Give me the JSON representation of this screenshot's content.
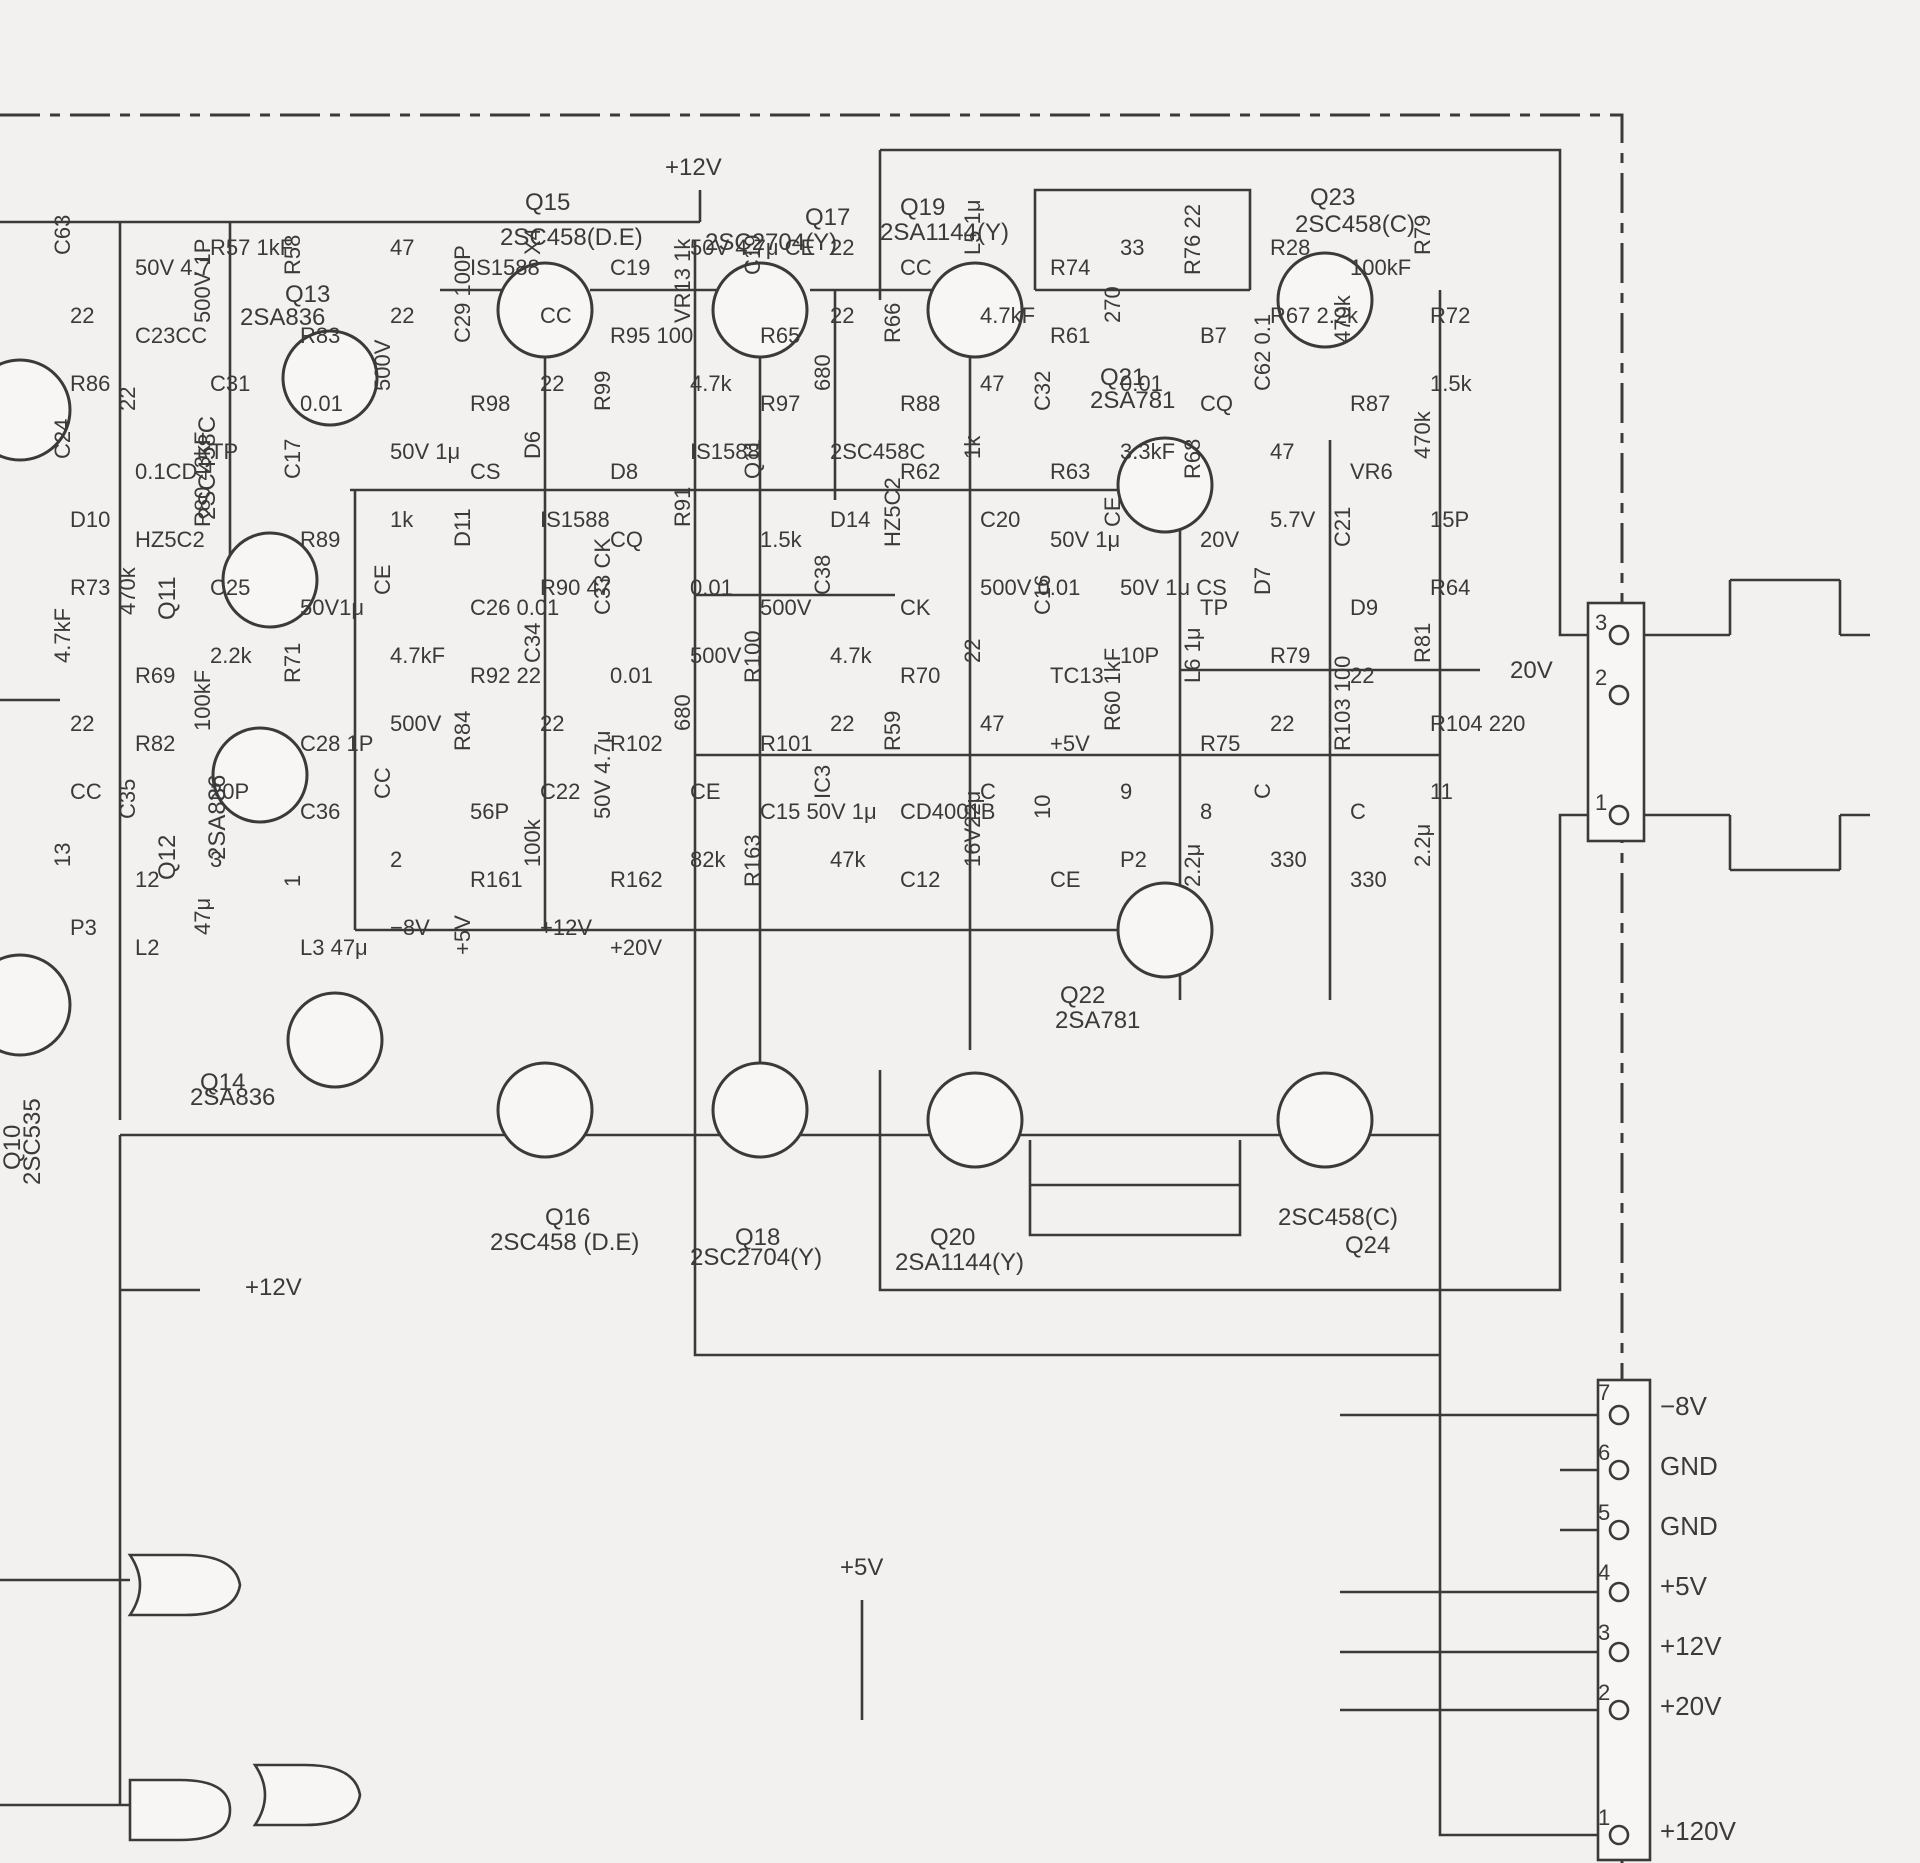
{
  "diagram": {
    "colors": {
      "ink": "#3a3a3a",
      "paper": "#f3f1ef"
    },
    "rails": {
      "plus12_top": "+12V",
      "plus12_bottom": "+12V",
      "plus5_bottom": "+5V",
      "out_20": "20V"
    },
    "transistors": [
      {
        "ref": "Q15",
        "part": "2SC458(D.E)"
      },
      {
        "ref": "Q17",
        "part": "2SC2704(Y)"
      },
      {
        "ref": "Q19",
        "part": "2SA1144(Y)"
      },
      {
        "ref": "Q23",
        "part": "2SC458(C)"
      },
      {
        "ref": "Q13",
        "part": "2SA836"
      },
      {
        "ref": "Q21",
        "part": "2SA781"
      },
      {
        "ref": "Q11",
        "part": "2SC458C"
      },
      {
        "ref": "Q12",
        "part": "2SA836"
      },
      {
        "ref": "Q14",
        "part": "2SA836"
      },
      {
        "ref": "Q10",
        "part": "2SC535"
      },
      {
        "ref": "Q22",
        "part": "2SA781"
      },
      {
        "ref": "Q16",
        "part": "2SC458 (D.E)"
      },
      {
        "ref": "Q18",
        "part": "2SC2704(Y)"
      },
      {
        "ref": "Q20",
        "part": "2SA1144(Y)"
      },
      {
        "ref": "Q24",
        "part": "2SC458(C)"
      }
    ],
    "labels": [
      {
        "t": "C63"
      },
      {
        "t": "50V 4.7"
      },
      {
        "t": "R57 1kF"
      },
      {
        "t": "R58"
      },
      {
        "t": "47"
      },
      {
        "t": "IS1588"
      },
      {
        "t": "X4"
      },
      {
        "t": "C19"
      },
      {
        "t": "50V 4.7μ CE"
      },
      {
        "t": "C19"
      },
      {
        "t": "22"
      },
      {
        "t": "CC"
      },
      {
        "t": "L5 1μ"
      },
      {
        "t": "R74"
      },
      {
        "t": "33"
      },
      {
        "t": "R76 22"
      },
      {
        "t": "R28"
      },
      {
        "t": "100kF"
      },
      {
        "t": "R79"
      },
      {
        "t": "22"
      },
      {
        "t": "C23CC"
      },
      {
        "t": "500V 1P"
      },
      {
        "t": "R83"
      },
      {
        "t": "22"
      },
      {
        "t": "C29  100P"
      },
      {
        "t": "CC"
      },
      {
        "t": "R95 100"
      },
      {
        "t": "VR13 1k"
      },
      {
        "t": "R65"
      },
      {
        "t": "22"
      },
      {
        "t": "R66"
      },
      {
        "t": "4.7kF"
      },
      {
        "t": "R61"
      },
      {
        "t": "270"
      },
      {
        "t": "B7"
      },
      {
        "t": "R67 2.2k"
      },
      {
        "t": "470k"
      },
      {
        "t": "R72"
      },
      {
        "t": "R86"
      },
      {
        "t": "22"
      },
      {
        "t": "C31"
      },
      {
        "t": "0.01"
      },
      {
        "t": "500V"
      },
      {
        "t": "R98"
      },
      {
        "t": "22"
      },
      {
        "t": "R99"
      },
      {
        "t": "4.7k"
      },
      {
        "t": "R97"
      },
      {
        "t": "680"
      },
      {
        "t": "R88"
      },
      {
        "t": "47"
      },
      {
        "t": "C32"
      },
      {
        "t": "0.01"
      },
      {
        "t": "CQ"
      },
      {
        "t": "C62 0.1"
      },
      {
        "t": "R87"
      },
      {
        "t": "1.5k"
      },
      {
        "t": "C24"
      },
      {
        "t": "0.1CD"
      },
      {
        "t": "TP"
      },
      {
        "t": "C17"
      },
      {
        "t": "50V 1μ"
      },
      {
        "t": "CS"
      },
      {
        "t": "D6"
      },
      {
        "t": "D8"
      },
      {
        "t": "IS1588"
      },
      {
        "t": "Q11"
      },
      {
        "t": "2SC458C"
      },
      {
        "t": "R62"
      },
      {
        "t": "1k"
      },
      {
        "t": "R63"
      },
      {
        "t": "3.3kF"
      },
      {
        "t": "R68"
      },
      {
        "t": "47"
      },
      {
        "t": "VR6"
      },
      {
        "t": "470k"
      },
      {
        "t": "D10"
      },
      {
        "t": "HZ5C2"
      },
      {
        "t": "R80 43kF"
      },
      {
        "t": "R89"
      },
      {
        "t": "1k"
      },
      {
        "t": "D11"
      },
      {
        "t": "IS1588"
      },
      {
        "t": "CQ"
      },
      {
        "t": "R91"
      },
      {
        "t": "1.5k"
      },
      {
        "t": "D14"
      },
      {
        "t": "HZ5C2"
      },
      {
        "t": "C20"
      },
      {
        "t": "50V 1μ"
      },
      {
        "t": "CE"
      },
      {
        "t": "20V"
      },
      {
        "t": "5.7V"
      },
      {
        "t": "C21"
      },
      {
        "t": "15P"
      },
      {
        "t": "R73"
      },
      {
        "t": "470k"
      },
      {
        "t": "C25"
      },
      {
        "t": "50V1μ"
      },
      {
        "t": "CE"
      },
      {
        "t": "C26 0.01"
      },
      {
        "t": "R90 47"
      },
      {
        "t": "C33 CK"
      },
      {
        "t": "0.01"
      },
      {
        "t": "500V"
      },
      {
        "t": "C38"
      },
      {
        "t": "CK"
      },
      {
        "t": "500V 0.01"
      },
      {
        "t": "C16"
      },
      {
        "t": "50V 1μ CS"
      },
      {
        "t": "TP"
      },
      {
        "t": "D7"
      },
      {
        "t": "D9"
      },
      {
        "t": "R64"
      },
      {
        "t": "4.7kF"
      },
      {
        "t": "R69"
      },
      {
        "t": "2.2k"
      },
      {
        "t": "R71"
      },
      {
        "t": "4.7kF"
      },
      {
        "t": "R92  22"
      },
      {
        "t": "C34"
      },
      {
        "t": "0.01"
      },
      {
        "t": "500V"
      },
      {
        "t": "R100"
      },
      {
        "t": "4.7k"
      },
      {
        "t": "R70"
      },
      {
        "t": "22"
      },
      {
        "t": "TC13"
      },
      {
        "t": "10P"
      },
      {
        "t": "L6  1μ"
      },
      {
        "t": "R79"
      },
      {
        "t": "22"
      },
      {
        "t": "R81"
      },
      {
        "t": "22"
      },
      {
        "t": "R82"
      },
      {
        "t": "100kF"
      },
      {
        "t": "C28 1P"
      },
      {
        "t": "500V"
      },
      {
        "t": "R84"
      },
      {
        "t": "22"
      },
      {
        "t": "R102"
      },
      {
        "t": "680"
      },
      {
        "t": "R101"
      },
      {
        "t": "22"
      },
      {
        "t": "R59"
      },
      {
        "t": "47"
      },
      {
        "t": "+5V"
      },
      {
        "t": "R60  1kF"
      },
      {
        "t": "R75"
      },
      {
        "t": "22"
      },
      {
        "t": "R103 100"
      },
      {
        "t": "R104 220"
      },
      {
        "t": "CC"
      },
      {
        "t": "C35"
      },
      {
        "t": "20P"
      },
      {
        "t": "C36"
      },
      {
        "t": "CC"
      },
      {
        "t": "56P"
      },
      {
        "t": "C22"
      },
      {
        "t": "50V 4.7μ"
      },
      {
        "t": "CE"
      },
      {
        "t": "C15  50V 1μ"
      },
      {
        "t": "IC3"
      },
      {
        "t": "CD4001B"
      },
      {
        "t": "C"
      },
      {
        "t": "10"
      },
      {
        "t": "9"
      },
      {
        "t": "8"
      },
      {
        "t": "C"
      },
      {
        "t": "C"
      },
      {
        "t": "11"
      },
      {
        "t": "13"
      },
      {
        "t": "12"
      },
      {
        "t": "3"
      },
      {
        "t": "1"
      },
      {
        "t": "2"
      },
      {
        "t": "R161"
      },
      {
        "t": "100k"
      },
      {
        "t": "R162"
      },
      {
        "t": "82k"
      },
      {
        "t": "R163"
      },
      {
        "t": "47k"
      },
      {
        "t": "C12"
      },
      {
        "t": "16V22μ"
      },
      {
        "t": "CE"
      },
      {
        "t": "P2"
      },
      {
        "t": "2.2μ"
      },
      {
        "t": "330"
      },
      {
        "t": "330"
      },
      {
        "t": "2.2μ"
      },
      {
        "t": "P3"
      },
      {
        "t": "L2"
      },
      {
        "t": "47μ"
      },
      {
        "t": "L3  47μ"
      },
      {
        "t": "−8V"
      },
      {
        "t": "+5V"
      },
      {
        "t": "+12V"
      },
      {
        "t": "+20V"
      }
    ],
    "connectors": {
      "p2_pins": [
        "3",
        "2",
        "1"
      ],
      "p3_pins": [
        {
          "pin": "7",
          "label": "−8V"
        },
        {
          "pin": "6",
          "label": "GND"
        },
        {
          "pin": "5",
          "label": "GND"
        },
        {
          "pin": "4",
          "label": "+5V"
        },
        {
          "pin": "3",
          "label": "+12V"
        },
        {
          "pin": "2",
          "label": "+20V"
        },
        {
          "pin": "1",
          "label": "+120V"
        }
      ]
    }
  }
}
